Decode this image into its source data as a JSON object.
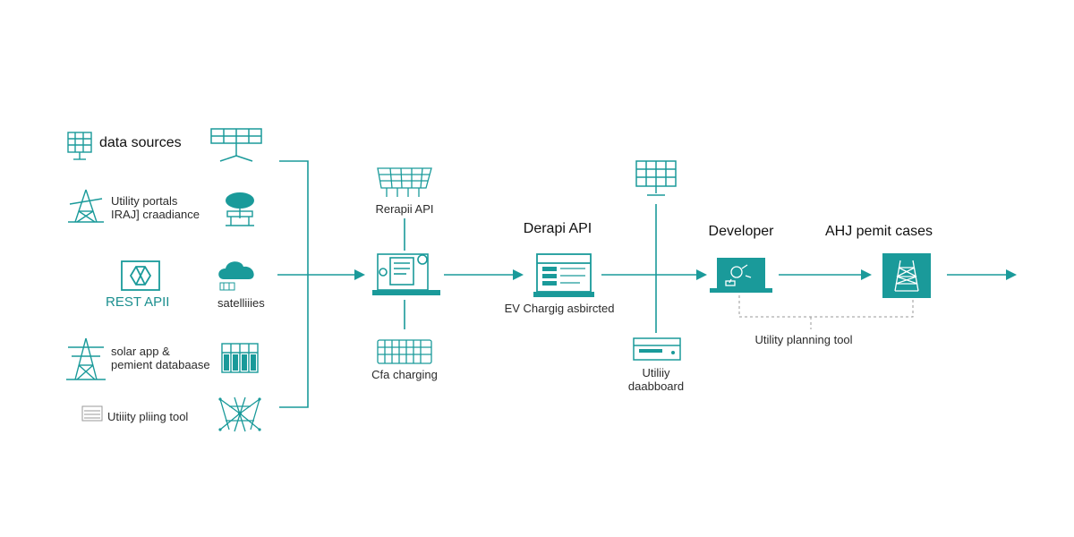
{
  "colors": {
    "accent": "#1a9a9a",
    "text": "#222222",
    "background": "#ffffff"
  },
  "sources": {
    "title": "data sources",
    "utility_portals_line1": "Utility portals",
    "utility_portals_line2": "IRAJ] craadiance",
    "rest_api": "REST APII",
    "satellites": "satelliiies",
    "solar_app_line1": "solar app &",
    "solar_app_line2": "pemient databaase",
    "utility_tool": "Utiiity pliing tool"
  },
  "stage2": {
    "top_label": "Rerapii API",
    "bottom_label": "Cfa charging"
  },
  "stage3": {
    "title": "Derapi API",
    "caption": "EV Chargig asbircted"
  },
  "stage4": {
    "bottom_line1": "Utiliiy",
    "bottom_line2": "daabboard"
  },
  "stage5": {
    "title": "Developer"
  },
  "stage6": {
    "title": "AHJ pemit cases"
  },
  "footer_label": "Utility planning tool",
  "icons": [
    "solar-grid-icon",
    "solar-panel-stand-icon",
    "tower-icon",
    "tree-icon",
    "api-box-icon",
    "cloud-icon",
    "transmission-tower-icon",
    "battery-bank-icon",
    "stamp-icon",
    "network-mesh-icon",
    "solar-panel-icon",
    "monitor-icon",
    "keyboard-icon",
    "laptop-icon",
    "solar-panel-top-icon",
    "server-icon",
    "developer-laptop-icon",
    "permit-document-icon",
    "arrow-right-icon"
  ]
}
